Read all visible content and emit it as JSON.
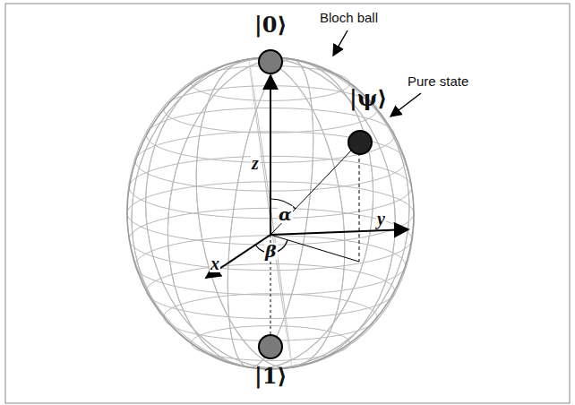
{
  "diagram": {
    "labels": [
      "Bloch ball",
      "Pure state",
      "|0⟩",
      "|ψ⟩",
      "|1⟩",
      "z",
      "y",
      "x",
      "α",
      "β"
    ]
  }
}
